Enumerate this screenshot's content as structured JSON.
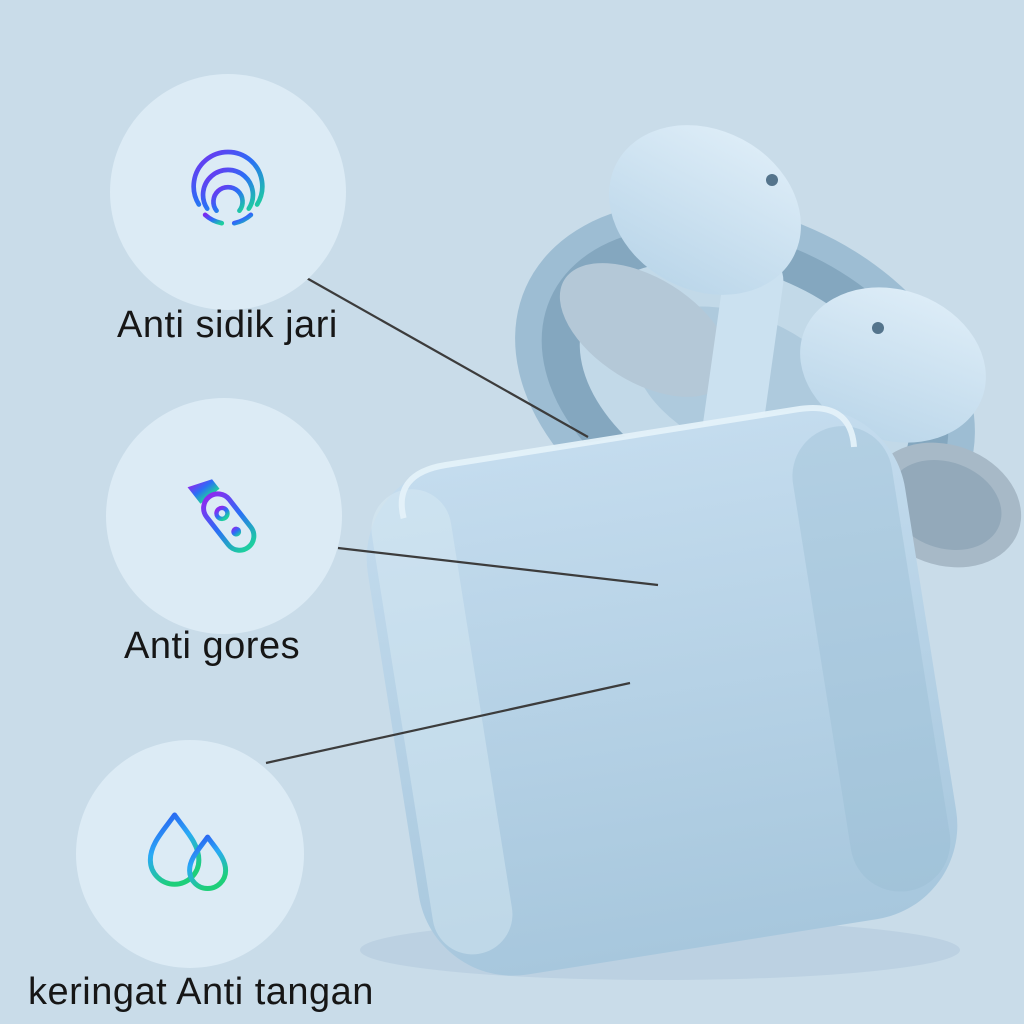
{
  "page": {
    "background_color": "#c9dce9"
  },
  "features": [
    {
      "label": "Anti sidik jari",
      "icon": "fingerprint-icon"
    },
    {
      "label": "Anti gores",
      "icon": "cutter-icon"
    },
    {
      "label": "keringat Anti tangan",
      "icon": "water-drops-icon"
    }
  ],
  "colors": {
    "badge_circle": "#dcebf5",
    "label_text": "#161616",
    "leader_line": "#3c3c3c",
    "icon_gradient_start": "#7a2bf0",
    "icon_gradient_mid": "#2a6ff6",
    "icon_gradient_end": "#1ecf9f",
    "product_blue": "#b7d3e6"
  },
  "product": {
    "description": "Light blue wireless earbuds in open charging case"
  }
}
